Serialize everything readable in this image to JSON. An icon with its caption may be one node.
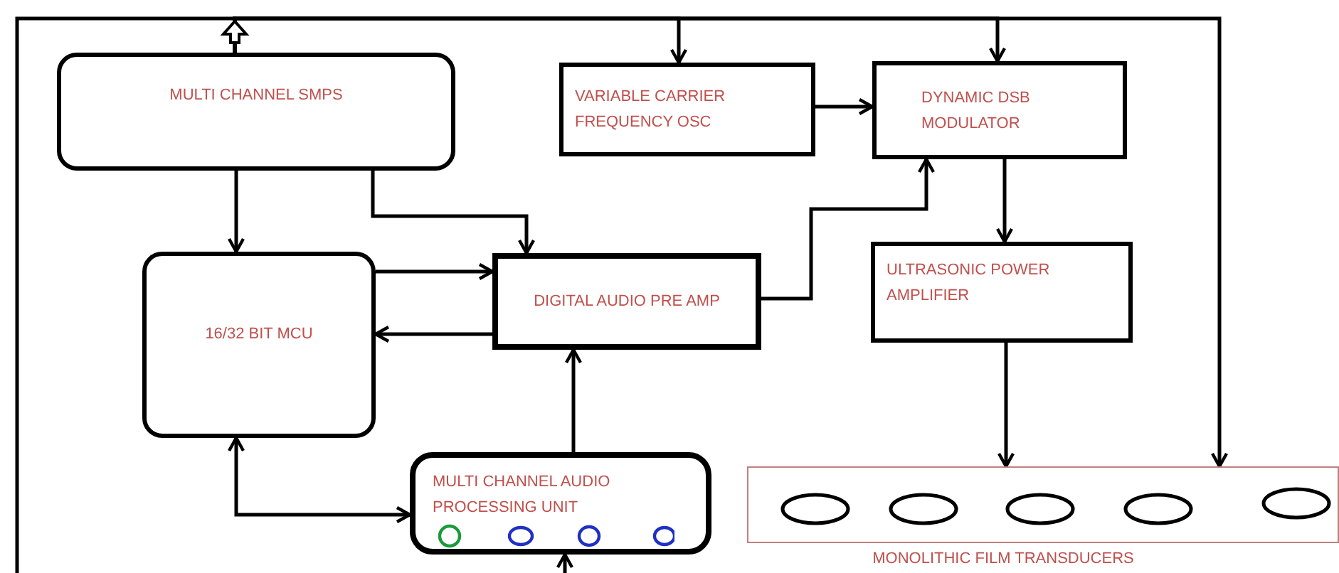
{
  "diagram": {
    "nodes": [
      {
        "text": [
          "MULTI CHANNEL SMPS"
        ]
      },
      {
        "text": [
          "VARIABLE CARRIER FREQUENCY OSC"
        ]
      },
      {
        "text": [
          "DYNAMIC DSB MODULATOR"
        ]
      },
      {
        "text": [
          "16/32 BIT MCU"
        ]
      },
      {
        "text": [
          "DIGITAL AUDIO PRE AMP"
        ]
      },
      {
        "text": [
          "ULTRASONIC POWER AMPLIFIER"
        ]
      },
      {
        "text": [
          "MULTI CHANNEL AUDIO PROCESSING UNIT"
        ]
      },
      {
        "text": [
          "MONOLITHIC FILM TRANSDUCERS"
        ]
      }
    ],
    "edges": [
      {
        "from": 0,
        "to": 1,
        "arrow": "to"
      },
      {
        "from": 0,
        "to": 2,
        "arrow": "to"
      },
      {
        "from": 0,
        "to": 7,
        "arrow": "to"
      },
      {
        "from": 0,
        "to": null,
        "arrow": "none"
      },
      {
        "from": 0,
        "to": 3,
        "arrow": "to"
      },
      {
        "from": 0,
        "to": 4,
        "arrow": "to"
      },
      {
        "from": 3,
        "to": 4,
        "arrow": "to"
      },
      {
        "from": 4,
        "to": 3,
        "arrow": "to"
      },
      {
        "from": 1,
        "to": 2,
        "arrow": "to"
      },
      {
        "from": 4,
        "to": 2,
        "arrow": "to"
      },
      {
        "from": 2,
        "to": 5,
        "arrow": "to"
      },
      {
        "from": 5,
        "to": 7,
        "arrow": "to"
      },
      {
        "from": 3,
        "to": 6,
        "arrow": "both"
      },
      {
        "from": 6,
        "to": 4,
        "arrow": "to"
      },
      {
        "from": null,
        "to": 6,
        "arrow": "to"
      }
    ]
  }
}
